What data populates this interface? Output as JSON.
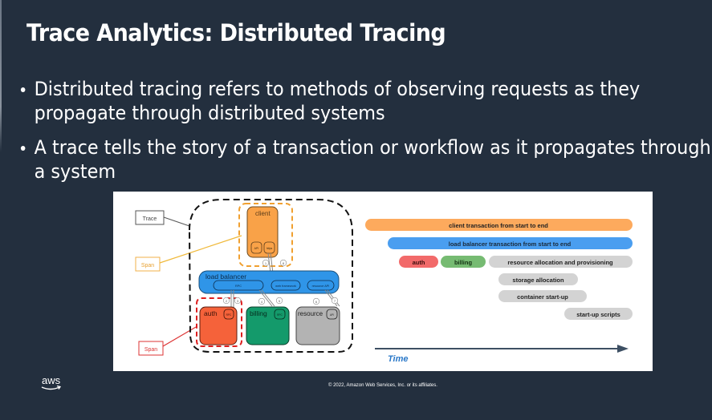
{
  "slide": {
    "title": "Trace Analytics: Distributed Tracing",
    "bullets": [
      "Distributed tracing refers to methods of observing requests as they propagate through distributed systems",
      "A trace tells the story of a transaction or workflow as it propagates through a system"
    ]
  },
  "diagram": {
    "legend": {
      "trace_label": "Trace",
      "span_label_top": "Span",
      "span_label_bottom": "Span"
    },
    "services": {
      "client": {
        "label": "client",
        "ports": [
          "API",
          "https"
        ],
        "color": "#f9a248"
      },
      "load_balancer": {
        "label": "load balancer",
        "ports": [
          "RPC",
          "web framework",
          "resource API"
        ],
        "color": "#2f95e8"
      },
      "auth": {
        "label": "auth",
        "port": "RPC",
        "color": "#f5623a"
      },
      "billing": {
        "label": "billing",
        "port": "RPC",
        "color": "#149a6b"
      },
      "resource": {
        "label": "resource",
        "port": "API",
        "color": "#b3b3b3"
      }
    },
    "step_numbers": [
      "1",
      "8",
      "2",
      "3",
      "4",
      "5",
      "6",
      "7"
    ],
    "timeline": {
      "bars": [
        {
          "label": "client transaction from start to end",
          "color": "#fdaa5d"
        },
        {
          "label": "load balancer transaction from start to end",
          "color": "#4a9ef0"
        },
        {
          "label": "auth",
          "color": "#f26a6a"
        },
        {
          "label": "billing",
          "color": "#76bb72"
        },
        {
          "label": "resource allocation and provisioning",
          "color": "#d3d3d3"
        },
        {
          "label": "storage allocation",
          "color": "#d3d3d3"
        },
        {
          "label": "container start-up",
          "color": "#d3d3d3"
        },
        {
          "label": "start-up scripts",
          "color": "#d3d3d3"
        }
      ],
      "axis_label": "Time"
    }
  },
  "footer": {
    "logo_text": "aws",
    "copyright": "© 2022, Amazon Web Services, Inc. or its affiliates."
  }
}
